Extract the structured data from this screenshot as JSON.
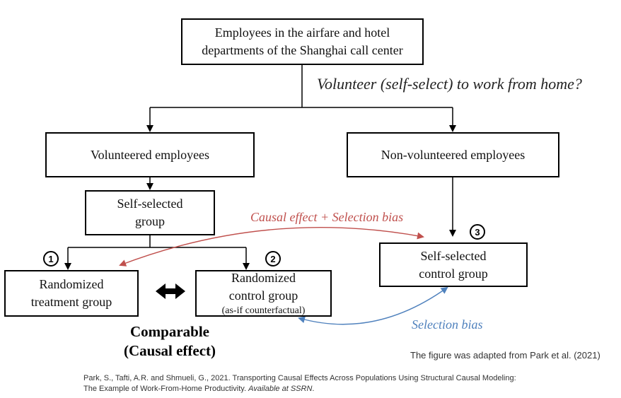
{
  "boxes": {
    "root": {
      "line1": "Employees in the airfare and hotel",
      "line2": "departments of the Shanghai call center"
    },
    "volunteered": "Volunteered employees",
    "non_volunteered": "Non-volunteered employees",
    "self_selected_group": {
      "line1": "Self-selected",
      "line2": "group"
    },
    "treatment": {
      "line1": "Randomized",
      "line2": "treatment group"
    },
    "control": {
      "line1": "Randomized",
      "line2": "control group",
      "note": "(as-if counterfactual)"
    },
    "self_selected_control": {
      "line1": "Self-selected",
      "line2": "control group"
    }
  },
  "question": "Volunteer (self-select) to work from home?",
  "markers": {
    "one": "1",
    "two": "2",
    "three": "3"
  },
  "labels": {
    "causal_plus_bias": "Causal effect + Selection bias",
    "selection_bias": "Selection bias",
    "comparable_line1": "Comparable",
    "comparable_line2": "(Causal effect)"
  },
  "footer": {
    "adapted": "The figure was adapted from Park et al. (2021)",
    "citation_line1": "Park, S., Tafti, A.R. and Shmueli, G., 2021. Transporting Causal Effects Across Populations Using Structural Causal Modeling:",
    "citation_line2_plain": "The Example of Work-From-Home Productivity. ",
    "citation_line2_italic": "Available at SSRN",
    "citation_line2_end": "."
  },
  "colors": {
    "red": "#c0504d",
    "blue": "#4f81bd",
    "black": "#000000"
  }
}
